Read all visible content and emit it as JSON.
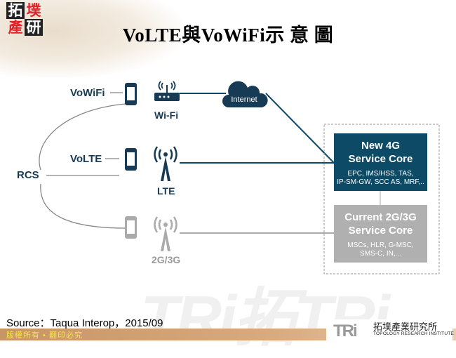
{
  "header": {
    "logo_chars": [
      "拓",
      "墣",
      "產",
      "研"
    ],
    "title": "VoLTE與VoWiFi示 意 圖"
  },
  "diagram": {
    "left_label": "RCS",
    "rows": [
      {
        "label": "VoWiFi",
        "access": "Wi-Fi",
        "icon": "wifi-router-icon",
        "color": "#173b55"
      },
      {
        "label": "VoLTE",
        "access": "LTE",
        "icon": "cell-tower-icon",
        "color": "#173b55"
      },
      {
        "label": "",
        "access": "2G/3G",
        "icon": "cell-tower-icon",
        "color": "#9a9a9a"
      }
    ],
    "cloud_label": "Internet",
    "cores": [
      {
        "title_line1": "New 4G",
        "title_line2": "Service Core",
        "detail_line1": "EPC, IMS/HSS, TAS,",
        "detail_line2": "IP-SM-GW, SCC AS, MRF,..",
        "color": "#0d4a66"
      },
      {
        "title_line1": "Current 2G/3G",
        "title_line2": "Service Core",
        "detail_line1": "MSCs, HLR, G-MSC,",
        "detail_line2": "SMS-C, IN,...",
        "color": "#b0b0b0"
      }
    ]
  },
  "footer": {
    "source": "Source：Taqua  Interop，2015/09",
    "copyright": "版權所有 • 翻印必究",
    "brand_logo": "TRi",
    "brand_cn": "拓墣產業研究所",
    "brand_en": "TOPOLOGY RESEARCH INSTITUTE",
    "watermark": "TRi拓TRi"
  }
}
